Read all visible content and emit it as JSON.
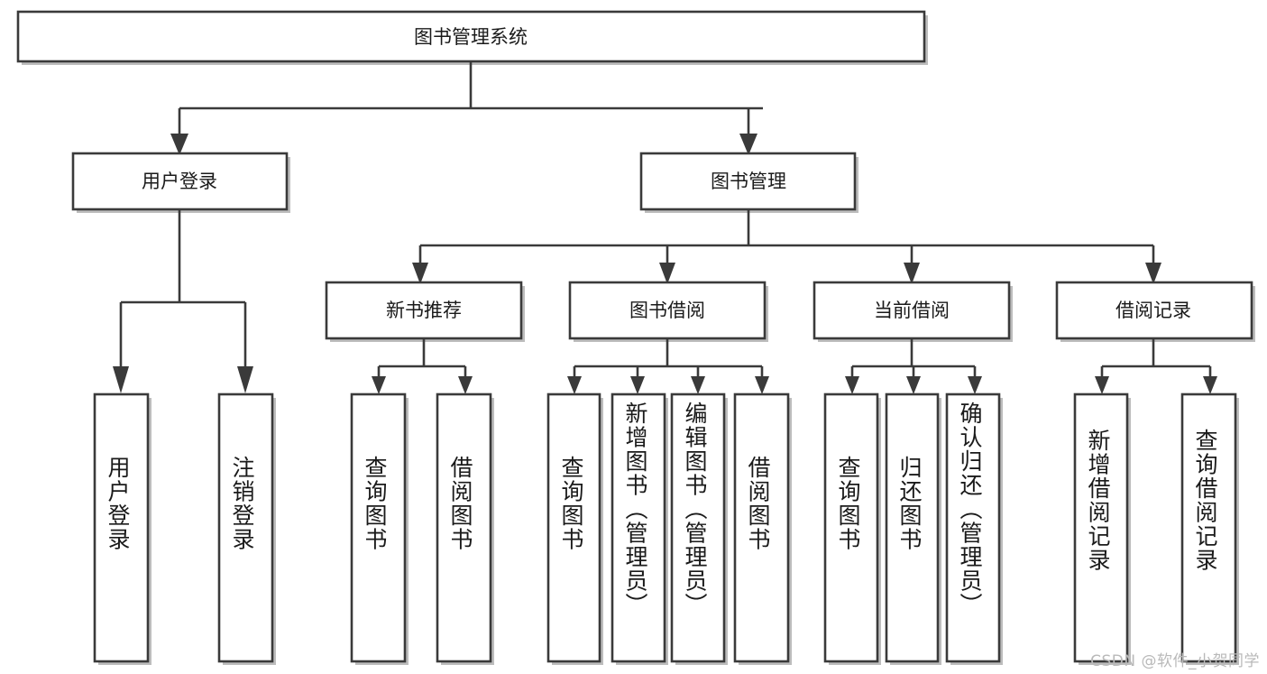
{
  "diagram": {
    "title": "图书管理系统",
    "watermark": "CSDN @软件_小贺同学",
    "colors": {
      "stroke": "#3a3a3a",
      "fill": "#ffffff",
      "text": "#1a1a1a",
      "shadow": "#bdbdbd",
      "watermark": "#b9b9b9"
    },
    "root": {
      "label": "图书管理系统"
    },
    "level2": [
      {
        "label": "用户登录"
      },
      {
        "label": "图书管理"
      }
    ],
    "level3": [
      {
        "label": "新书推荐"
      },
      {
        "label": "图书借阅"
      },
      {
        "label": "当前借阅"
      },
      {
        "label": "借阅记录"
      }
    ],
    "leaves": {
      "user_login": [
        {
          "label": "用户登录"
        },
        {
          "label": "注销登录"
        }
      ],
      "new_book": [
        {
          "label": "查询图书"
        },
        {
          "label": "借阅图书"
        }
      ],
      "book_borrow": [
        {
          "label": "查询图书"
        },
        {
          "label": "新增图书（管理员）"
        },
        {
          "label": "编辑图书（管理员）"
        },
        {
          "label": "借阅图书"
        }
      ],
      "current_borrow": [
        {
          "label": "查询图书"
        },
        {
          "label": "归还图书"
        },
        {
          "label": "确认归还（管理员）"
        }
      ],
      "borrow_record": [
        {
          "label": "新增借阅记录"
        },
        {
          "label": "查询借阅记录"
        }
      ]
    }
  }
}
